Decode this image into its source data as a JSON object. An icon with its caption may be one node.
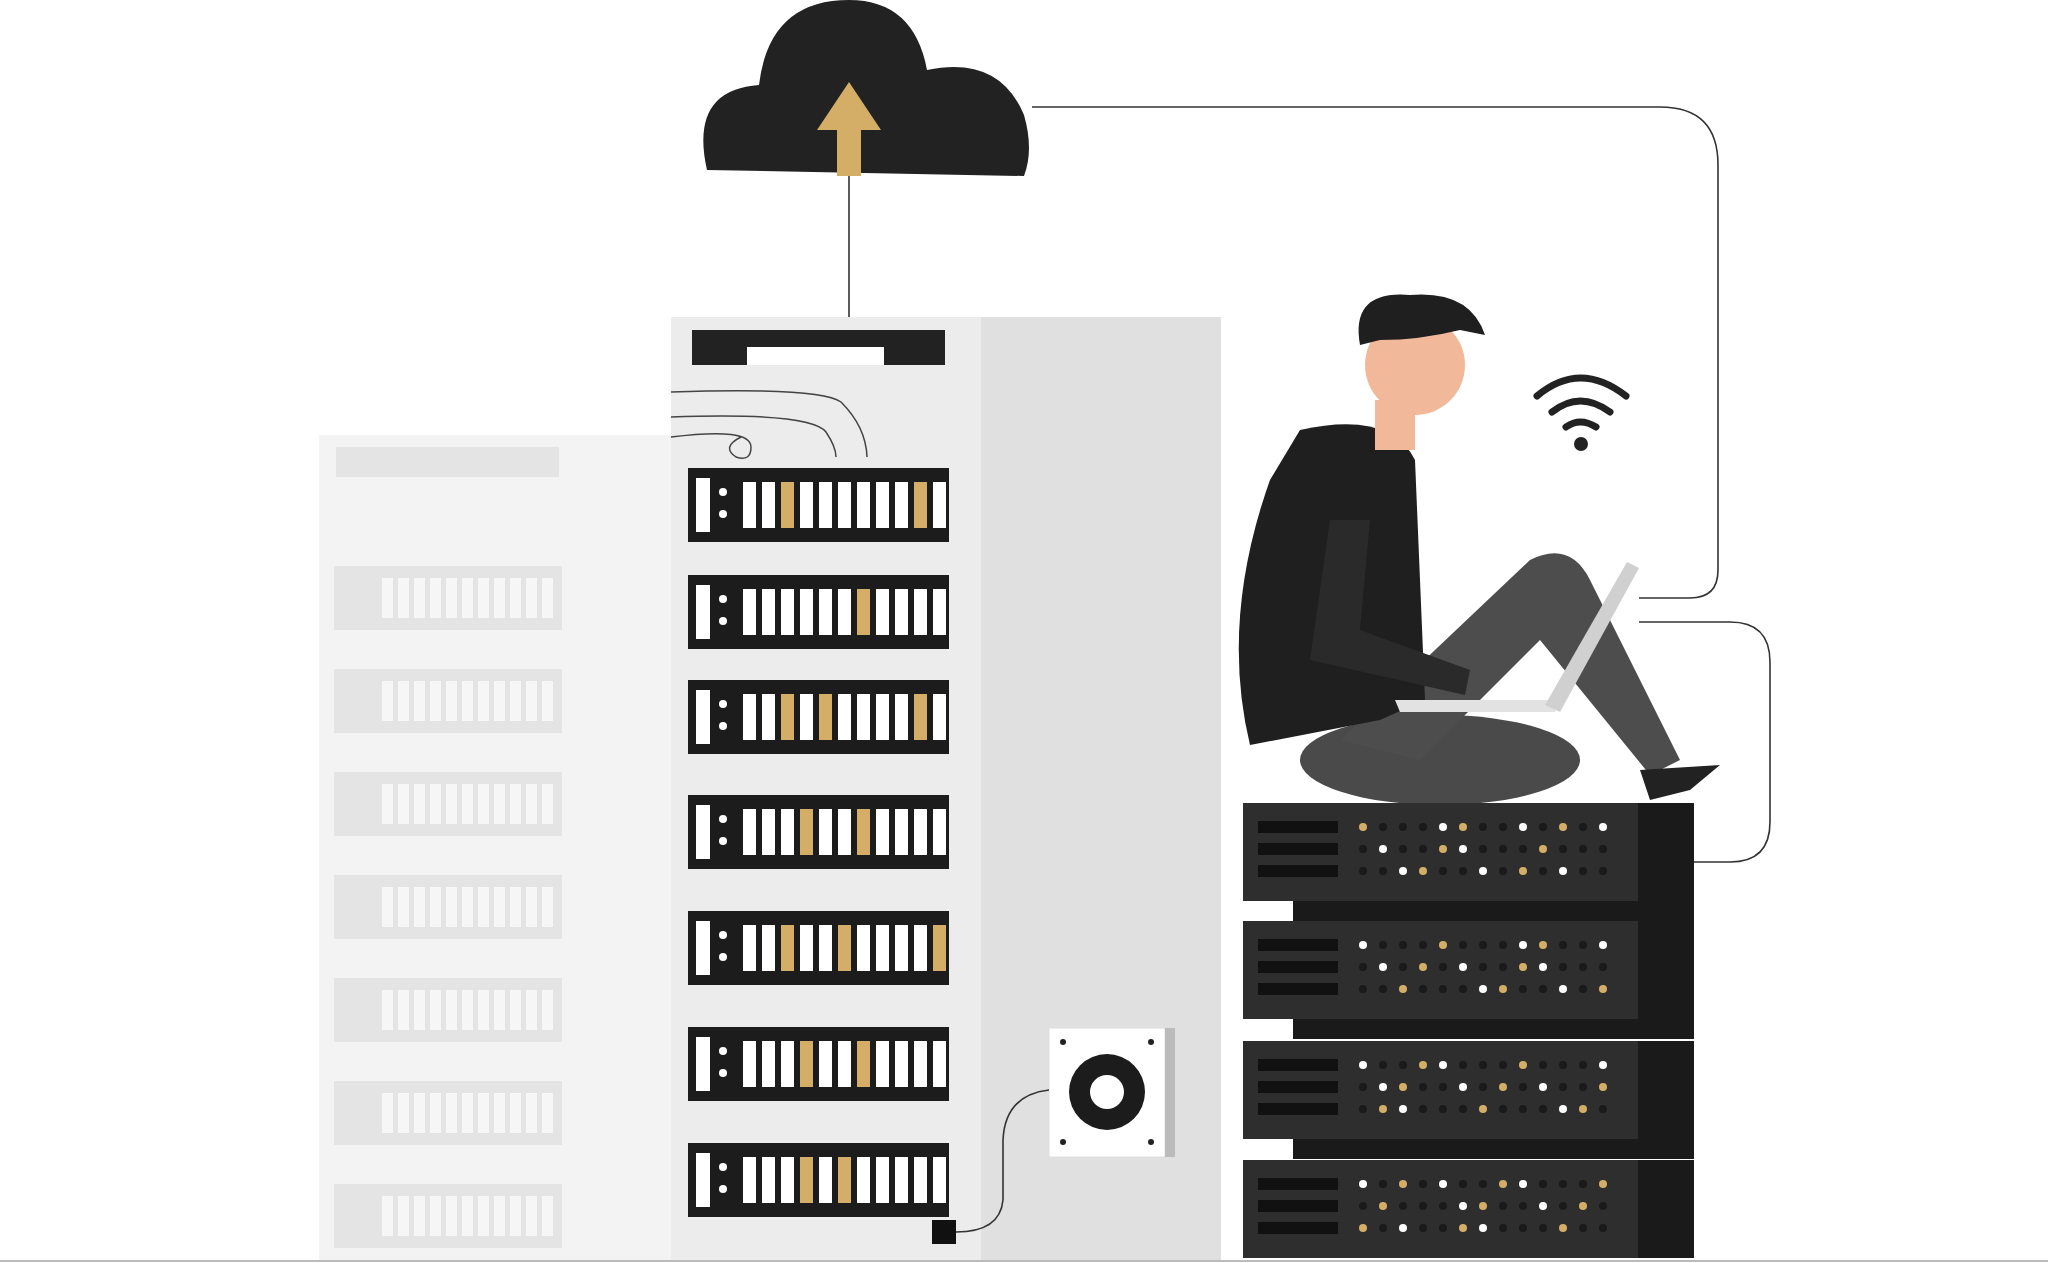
{
  "diagram": {
    "nodes": [
      {
        "text": [],
        "shape": "cloud"
      },
      {
        "text": [],
        "shape": "picture"
      },
      {
        "text": [],
        "shape": "box",
        "in": 1
      },
      {
        "text": [],
        "shape": "picture"
      },
      {
        "text": [],
        "shape": "picture"
      },
      {
        "text": [],
        "shape": "picture"
      }
    ],
    "edges": [
      {
        "from": 0,
        "to": 1,
        "arrow": "none"
      },
      {
        "from": 0,
        "to": 3,
        "arrow": "none"
      },
      {
        "from": 3,
        "to": 5,
        "arrow": "none"
      },
      {
        "from": 4,
        "to": 2,
        "arrow": "none"
      }
    ]
  }
}
